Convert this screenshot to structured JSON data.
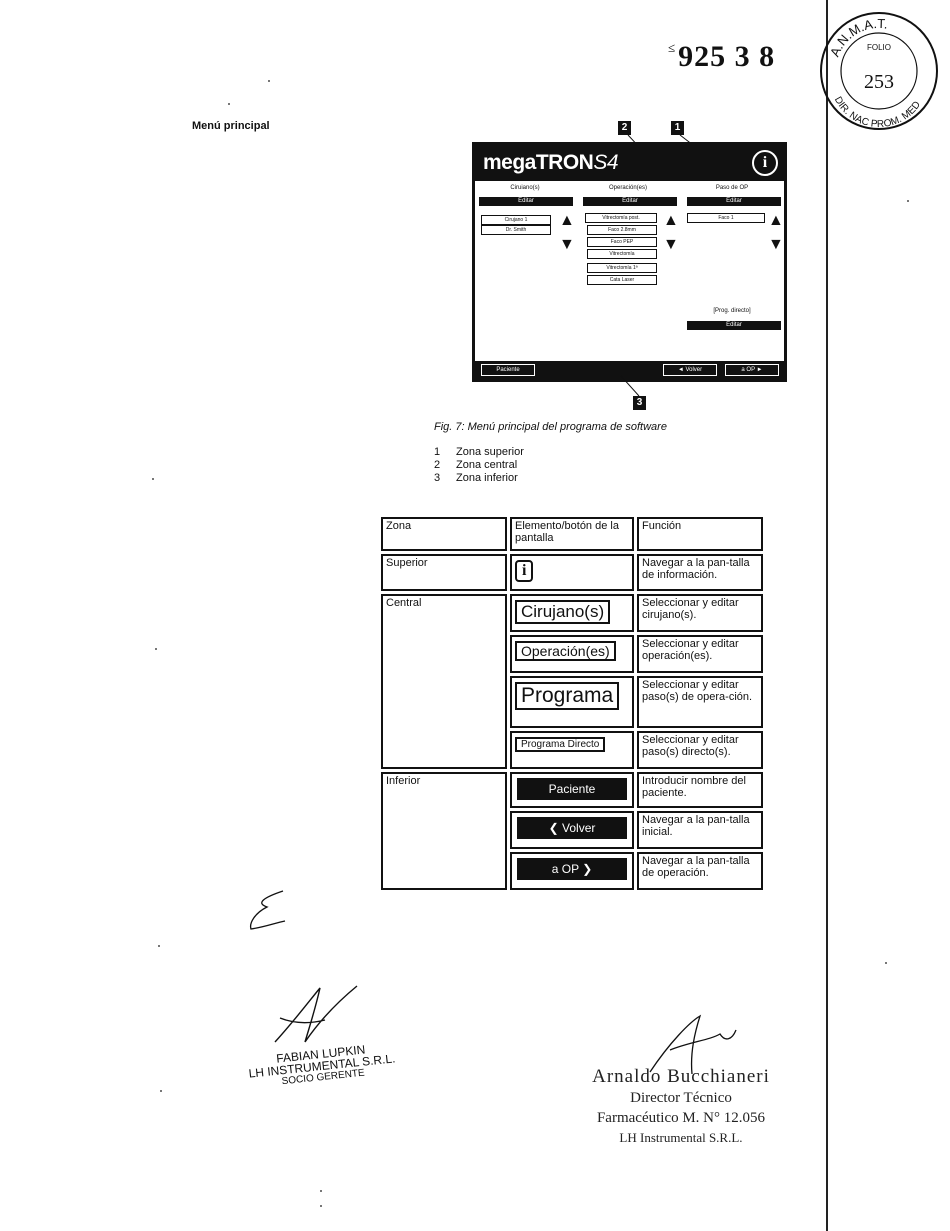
{
  "header": {
    "folio_prefix": "≤",
    "folio_number": "925 3 8",
    "seal": {
      "arc_text": "A.N.M.A.T.",
      "folio_label": "FOLIO",
      "folio_value": "253",
      "bottom_text": "DIR. NAC PROM. MED"
    }
  },
  "section_title": "Menú principal",
  "figure": {
    "brand_main": "mega",
    "brand_tron": "TRON",
    "brand_model": "S4",
    "info_glyph": "i",
    "columns": [
      {
        "header": "Ciruiano(s)",
        "edit": "Editar",
        "items": [
          "Cirujano 1",
          "Dr. Smith"
        ]
      },
      {
        "header": "Operación(es)",
        "edit": "Editar",
        "items": [
          "Vitrectomía post.",
          "Faco 2.8mm",
          "Faco PEP",
          "Vitrectomía",
          "Vitrectomía 1ª",
          "Cata Laser"
        ]
      },
      {
        "header": "Paso de OP",
        "edit": "Editar",
        "items": [
          "Faco 1"
        ]
      }
    ],
    "direct_program": {
      "header": "[Prog. directo]",
      "edit": "Editar"
    },
    "bottom_buttons": {
      "patient": "Paciente",
      "back": "◄ Volver",
      "to_op": "a OP ►"
    },
    "callouts": [
      "1",
      "2",
      "3"
    ],
    "caption": "Fig. 7: Menú principal del programa de software",
    "legend": [
      {
        "num": "1",
        "label": "Zona superior"
      },
      {
        "num": "2",
        "label": "Zona central"
      },
      {
        "num": "3",
        "label": "Zona inferior"
      }
    ]
  },
  "table": {
    "headers": {
      "zone": "Zona",
      "element": "Elemento/botón de la pantalla",
      "function": "Función"
    },
    "rows": {
      "superior": {
        "zone": "Superior",
        "element": "i",
        "function": "Navegar a la pan-talla de información."
      },
      "central_1": {
        "zone": "Central",
        "element": "Cirujano(s)",
        "function": "Seleccionar y editar cirujano(s)."
      },
      "central_2": {
        "element": "Operación(es)",
        "function": "Seleccionar y editar operación(es)."
      },
      "central_3": {
        "element": "Programa",
        "function": "Seleccionar y editar paso(s) de opera-ción."
      },
      "central_4": {
        "element": "Programa Directo",
        "function": "Seleccionar y editar paso(s) directo(s)."
      },
      "inferior_1": {
        "zone": "Inferior",
        "element": "Paciente",
        "function": "Introducir nombre del paciente."
      },
      "inferior_2": {
        "element": "❮  Volver",
        "function": "Navegar a la pan-talla inicial."
      },
      "inferior_3": {
        "element": "a OP  ❯",
        "function": "Navegar a la pan-talla de operación."
      }
    }
  },
  "signatures": {
    "left": {
      "name": "FABIAN LUPKIN",
      "company": "LH INSTRUMENTAL S.R.L.",
      "role": "SOCIO GERENTE"
    },
    "right": {
      "name": "Arnaldo Bucchianeri",
      "title": "Director Técnico",
      "license": "Farmacéutico M. N° 12.056",
      "company": "LH Instrumental S.R.L."
    }
  }
}
